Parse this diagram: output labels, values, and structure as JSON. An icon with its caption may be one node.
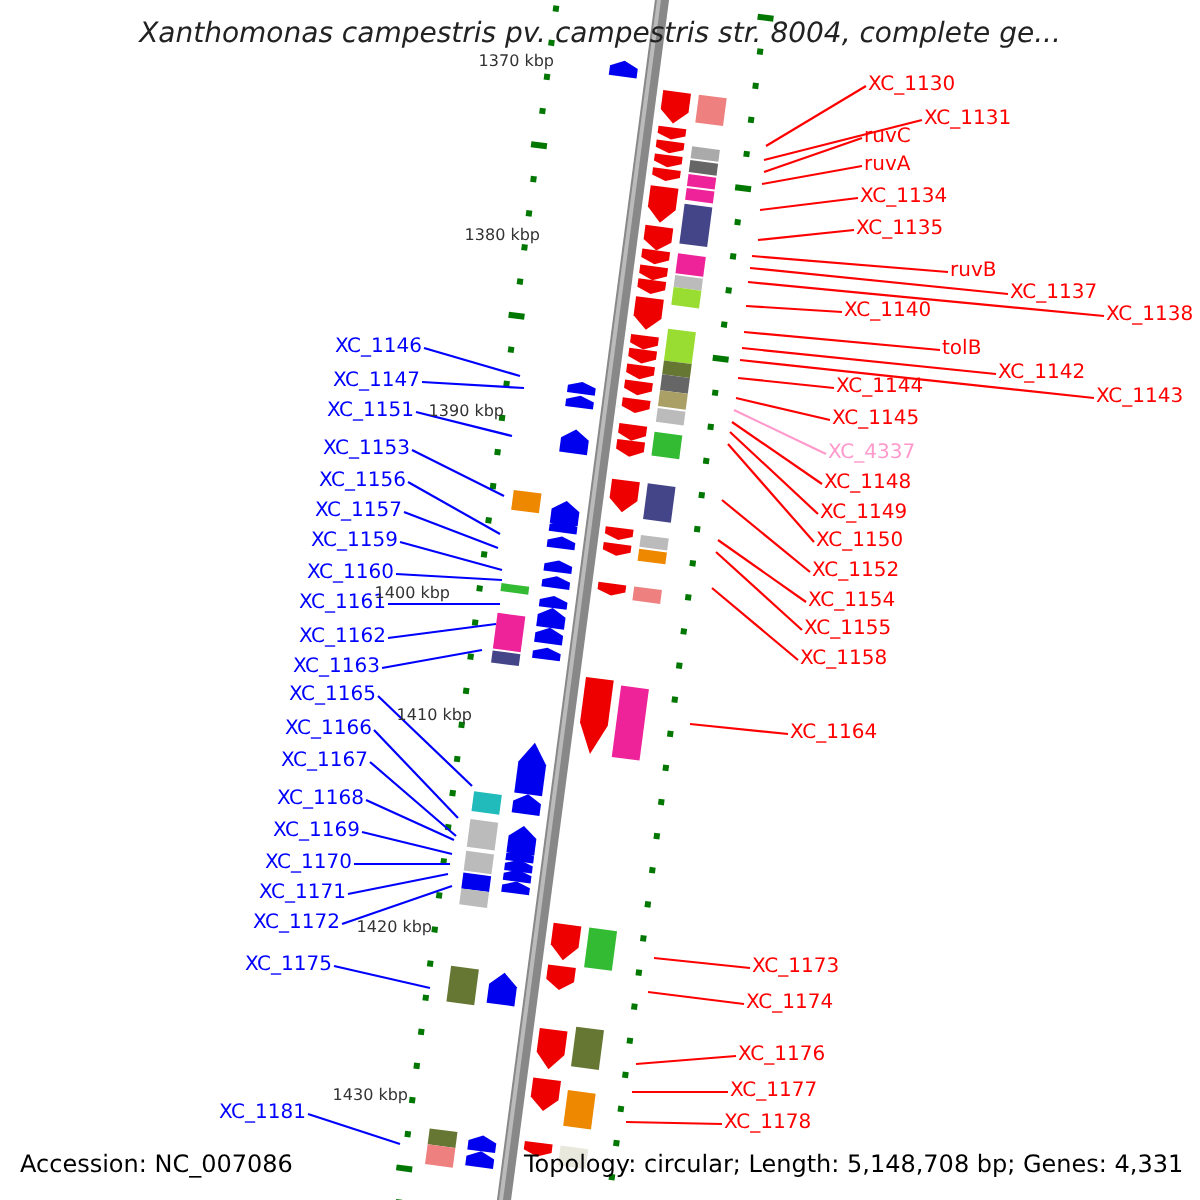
{
  "diagram": {
    "title": "Xanthomonas campestris pv. campestris str. 8004, complete ge...",
    "nodes": [
      {
        "text": [
          "XC_1130"
        ]
      },
      {
        "text": [
          "XC_1131"
        ]
      },
      {
        "text": [
          "ruvC"
        ]
      },
      {
        "text": [
          "ruvA"
        ]
      },
      {
        "text": [
          "XC_1134"
        ]
      },
      {
        "text": [
          "XC_1135"
        ]
      },
      {
        "text": [
          "ruvB"
        ]
      },
      {
        "text": [
          "XC_1137"
        ]
      },
      {
        "text": [
          "XC_1138"
        ]
      },
      {
        "text": [
          "XC_1140"
        ]
      },
      {
        "text": [
          "tolB"
        ]
      },
      {
        "text": [
          "XC_1142"
        ]
      },
      {
        "text": [
          "XC_1143"
        ]
      },
      {
        "text": [
          "XC_1144"
        ]
      },
      {
        "text": [
          "XC_1145"
        ]
      },
      {
        "text": [
          "XC_4337"
        ]
      },
      {
        "text": [
          "XC_1148"
        ]
      },
      {
        "text": [
          "XC_1149"
        ]
      },
      {
        "text": [
          "XC_1150"
        ]
      },
      {
        "text": [
          "XC_1152"
        ]
      },
      {
        "text": [
          "XC_1154"
        ]
      },
      {
        "text": [
          "XC_1155"
        ]
      },
      {
        "text": [
          "XC_1158"
        ]
      },
      {
        "text": [
          "XC_1164"
        ]
      },
      {
        "text": [
          "XC_1173"
        ]
      },
      {
        "text": [
          "XC_1174"
        ]
      },
      {
        "text": [
          "XC_1176"
        ]
      },
      {
        "text": [
          "XC_1177"
        ]
      },
      {
        "text": [
          "XC_1178"
        ]
      },
      {
        "text": [
          "XC_1146"
        ]
      },
      {
        "text": [
          "XC_1147"
        ]
      },
      {
        "text": [
          "XC_1151"
        ]
      },
      {
        "text": [
          "XC_1153"
        ]
      },
      {
        "text": [
          "XC_1156"
        ]
      },
      {
        "text": [
          "XC_1157"
        ]
      },
      {
        "text": [
          "XC_1159"
        ]
      },
      {
        "text": [
          "XC_1160"
        ]
      },
      {
        "text": [
          "XC_1161"
        ]
      },
      {
        "text": [
          "XC_1162"
        ]
      },
      {
        "text": [
          "XC_1163"
        ]
      },
      {
        "text": [
          "XC_1165"
        ]
      },
      {
        "text": [
          "XC_1166"
        ]
      },
      {
        "text": [
          "XC_1167"
        ]
      },
      {
        "text": [
          "XC_1168"
        ]
      },
      {
        "text": [
          "XC_1169"
        ]
      },
      {
        "text": [
          "XC_1170"
        ]
      },
      {
        "text": [
          "XC_1171"
        ]
      },
      {
        "text": [
          "XC_1172"
        ]
      },
      {
        "text": [
          "XC_1175"
        ]
      },
      {
        "text": [
          "XC_1181"
        ]
      }
    ],
    "edges": [
      {
        "from": 0,
        "to": null,
        "arrow": "none"
      },
      {
        "from": 1,
        "to": null,
        "arrow": "none"
      },
      {
        "from": 2,
        "to": null,
        "arrow": "none"
      },
      {
        "from": 3,
        "to": null,
        "arrow": "none"
      },
      {
        "from": 4,
        "to": null,
        "arrow": "none"
      },
      {
        "from": 5,
        "to": null,
        "arrow": "none"
      },
      {
        "from": 6,
        "to": null,
        "arrow": "none"
      },
      {
        "from": 7,
        "to": null,
        "arrow": "none"
      },
      {
        "from": 8,
        "to": null,
        "arrow": "none"
      },
      {
        "from": 9,
        "to": null,
        "arrow": "none"
      },
      {
        "from": 10,
        "to": null,
        "arrow": "none"
      },
      {
        "from": 11,
        "to": null,
        "arrow": "none"
      },
      {
        "from": 12,
        "to": null,
        "arrow": "none"
      },
      {
        "from": 13,
        "to": null,
        "arrow": "none"
      },
      {
        "from": 14,
        "to": null,
        "arrow": "none"
      },
      {
        "from": 15,
        "to": null,
        "arrow": "none",
        "color": "#ff99cc"
      },
      {
        "from": 16,
        "to": null,
        "arrow": "none"
      },
      {
        "from": 17,
        "to": null,
        "arrow": "none"
      },
      {
        "from": 18,
        "to": null,
        "arrow": "none"
      },
      {
        "from": 19,
        "to": null,
        "arrow": "none"
      },
      {
        "from": 20,
        "to": null,
        "arrow": "none"
      },
      {
        "from": 21,
        "to": null,
        "arrow": "none"
      },
      {
        "from": 22,
        "to": null,
        "arrow": "none"
      },
      {
        "from": 23,
        "to": null,
        "arrow": "none"
      },
      {
        "from": 24,
        "to": null,
        "arrow": "none"
      },
      {
        "from": 25,
        "to": null,
        "arrow": "none"
      },
      {
        "from": 26,
        "to": null,
        "arrow": "none"
      },
      {
        "from": 27,
        "to": null,
        "arrow": "none"
      },
      {
        "from": 28,
        "to": null,
        "arrow": "none"
      },
      {
        "from": 29,
        "to": null,
        "arrow": "none",
        "color": "#0000ff"
      },
      {
        "from": 30,
        "to": null,
        "arrow": "none",
        "color": "#0000ff"
      },
      {
        "from": 31,
        "to": null,
        "arrow": "none",
        "color": "#0000ff"
      },
      {
        "from": 32,
        "to": null,
        "arrow": "none",
        "color": "#0000ff"
      },
      {
        "from": 33,
        "to": null,
        "arrow": "none",
        "color": "#0000ff"
      },
      {
        "from": 34,
        "to": null,
        "arrow": "none",
        "color": "#0000ff"
      },
      {
        "from": 35,
        "to": null,
        "arrow": "none",
        "color": "#0000ff"
      },
      {
        "from": 36,
        "to": null,
        "arrow": "none",
        "color": "#0000ff"
      },
      {
        "from": 37,
        "to": null,
        "arrow": "none",
        "color": "#0000ff"
      },
      {
        "from": 38,
        "to": null,
        "arrow": "none",
        "color": "#0000ff"
      },
      {
        "from": 39,
        "to": null,
        "arrow": "none",
        "color": "#0000ff"
      },
      {
        "from": 40,
        "to": null,
        "arrow": "none",
        "color": "#0000ff"
      },
      {
        "from": 41,
        "to": null,
        "arrow": "none",
        "color": "#0000ff"
      },
      {
        "from": 42,
        "to": null,
        "arrow": "none",
        "color": "#0000ff"
      },
      {
        "from": 43,
        "to": null,
        "arrow": "none",
        "color": "#0000ff"
      },
      {
        "from": 44,
        "to": null,
        "arrow": "none",
        "color": "#0000ff"
      },
      {
        "from": 45,
        "to": null,
        "arrow": "none",
        "color": "#0000ff"
      },
      {
        "from": 46,
        "to": null,
        "arrow": "none",
        "color": "#0000ff"
      },
      {
        "from": 47,
        "to": null,
        "arrow": "none",
        "color": "#0000ff"
      },
      {
        "from": 48,
        "to": null,
        "arrow": "none",
        "color": "#0000ff"
      },
      {
        "from": 49,
        "to": null,
        "arrow": "none",
        "color": "#0000ff"
      }
    ],
    "labels": [
      "1370 kbp",
      "1380 kbp",
      "1390 kbp",
      "1400 kbp",
      "1410 kbp",
      "1420 kbp",
      "1430 kbp",
      "Accession: NC_007086",
      "Topology: circular; Length: 5,148,708 bp; Genes: 4,331"
    ]
  }
}
